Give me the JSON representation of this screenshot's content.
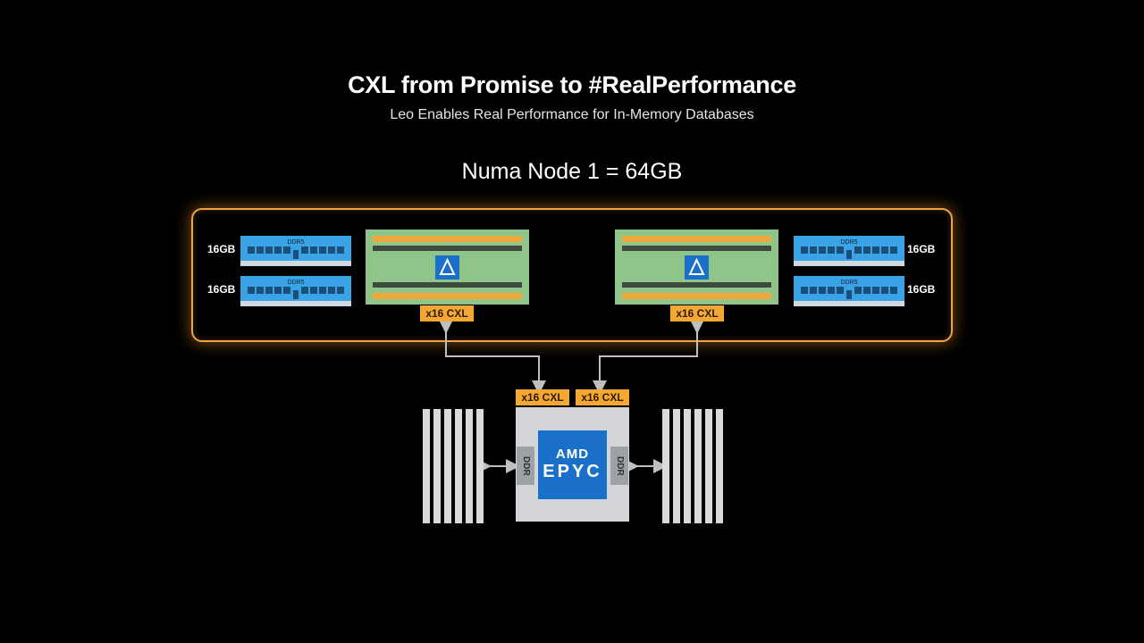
{
  "slide": {
    "title": "CXL from Promise to #RealPerformance",
    "subtitle": "Leo Enables Real Performance for In-Memory Databases",
    "numa_label": "Numa Node 1 = 64GB"
  },
  "modules": {
    "left": [
      {
        "capacity": "16GB",
        "dimm_label": "DDR5"
      },
      {
        "capacity": "16GB",
        "dimm_label": "DDR5"
      }
    ],
    "right": [
      {
        "capacity": "16GB",
        "dimm_label": "DDR5"
      },
      {
        "capacity": "16GB",
        "dimm_label": "DDR5"
      }
    ]
  },
  "cxl_cards": [
    {
      "link_label": "x16 CXL"
    },
    {
      "link_label": "x16 CXL"
    }
  ],
  "cpu": {
    "brand": "AMD",
    "model": "EPYC",
    "ports": [
      "x16 CXL",
      "x16 CXL"
    ],
    "ddr_left": "DDR",
    "ddr_right": "DDR"
  },
  "colors": {
    "node_border": "#f0a542",
    "dimm_blue": "#3aa3e6",
    "cxl_card_green": "#8fc58a",
    "cxl_tag_orange": "#f5a733",
    "cpu_blue": "#1a6fc9",
    "cpu_package": "#d3d5d8"
  }
}
